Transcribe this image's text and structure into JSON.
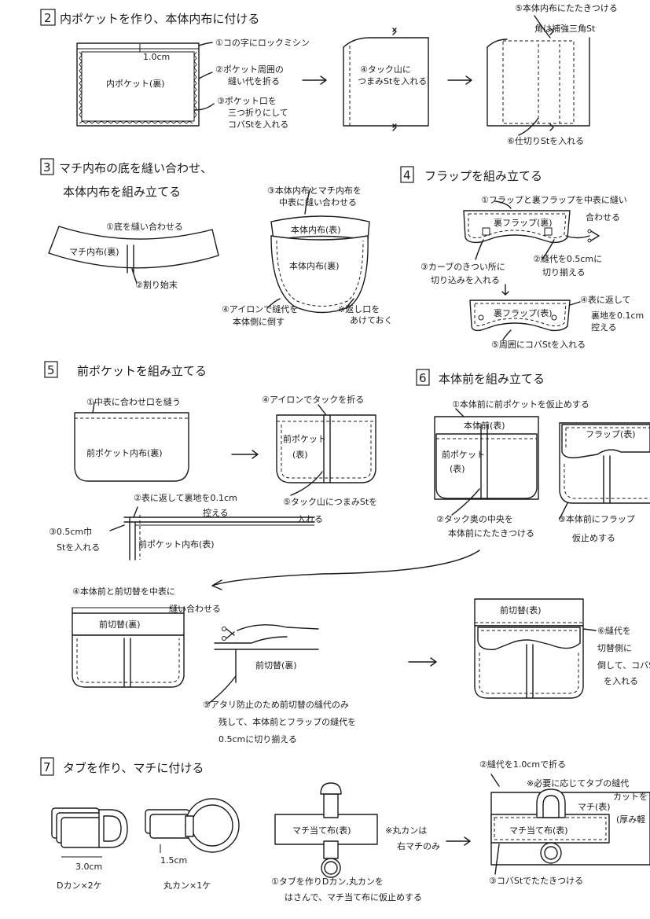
{
  "s2": {
    "num": "2",
    "title": "内ポケットを作り、本体内布に付ける",
    "measure": "1.0cm",
    "piece": "内ポケット(裏)",
    "n1": "①コの字にロックミシン",
    "n2a": "②ポケット周囲の",
    "n2b": "縫い代を折る",
    "n3a": "③ポケット口を",
    "n3b": "三つ折りにして",
    "n3c": "コバStを入れる",
    "n4a": "④タック山に",
    "n4b": "つまみStを入れる",
    "n5a": "⑤本体内布にたたきつける",
    "n5b": "角は補強三角St",
    "n6": "⑥仕切りStを入れる"
  },
  "s3": {
    "num": "3",
    "title1": "マチ内布の底を縫い合わせ、",
    "title2": "本体内布を組み立てる",
    "piece_gusset": "マチ内布(裏)",
    "n1": "①底を縫い合わせる",
    "n2": "②割り始末",
    "n3a": "③本体内布とマチ内布を",
    "n3b": "中表に縫い合わせる",
    "piece_a": "本体内布(表)",
    "piece_b": "本体内布(裏)",
    "n4a": "④アイロンで縫代を",
    "n4b": "本体側に倒す",
    "note_a": "※返し口を",
    "note_b": "あけておく"
  },
  "s4": {
    "num": "4",
    "title": "フラップを組み立てる",
    "n1a": "①フラップと裏フラップを中表に縫い",
    "n1b": "合わせる",
    "piece_back": "裏フラップ(裏)",
    "n2a": "②縫代を0.5cmに",
    "n2b": "切り揃える",
    "n3a": "③カーブのきつい所に",
    "n3b": "切り込みを入れる",
    "piece_front": "裏フラップ(表)",
    "n4a": "④表に返して",
    "n4b": "裏地を0.1cm",
    "n4c": "控える",
    "n5": "⑤周囲にコバStを入れる"
  },
  "s5": {
    "num": "5",
    "title": "前ポケットを組み立てる",
    "n1": "①中表に合わせ口を縫う",
    "piece_lining": "前ポケット内布(裏)",
    "n4": "④アイロンでタックを折る",
    "piece_front_a": "前ポケット",
    "piece_front_b": "(表)",
    "n5a": "⑤タック山につまみStを",
    "n5b": "入れる",
    "n2a": "②表に返して裏地を0.1cm",
    "n2b": "控える",
    "n3a": "③0.5cm巾",
    "n3b": "Stを入れる",
    "piece_detail": "前ポケット内布(表)"
  },
  "s6": {
    "num": "6",
    "title": "本体前を組み立てる",
    "n1": "①本体前に前ポケットを仮止めする",
    "piece_body": "本体前(表)",
    "piece_pocket_a": "前ポケット",
    "piece_pocket_b": "(表)",
    "piece_flap": "フラップ(表)",
    "n2a": "②タック奥の中央を",
    "n2b": "本体前にたたきつける",
    "n3a": "③本体前にフラップ",
    "n3b": "仮止めする",
    "n4a": "④本体前と前切替を中表に",
    "n4b": "縫い合わせる",
    "piece_yoke_back": "前切替(裏)",
    "piece_yoke_back2": "前切替(裏)",
    "n5a": "⑤アタリ防止のため前切替の縫代のみ",
    "n5b": "残して、本体前とフラップの縫代を",
    "n5c": "0.5cmに切り揃える",
    "piece_yoke_front": "前切替(表)",
    "n6a": "⑥縫代を",
    "n6b": "切替側に",
    "n6c": "倒して、コバSt",
    "n6d": "を入れる"
  },
  "s7": {
    "num": "7",
    "title": "タブを作り、マチに付ける",
    "measure_a": "3.0cm",
    "measure_b": "1.5cm",
    "count_d": "Dカン×2ケ",
    "count_ring": "丸カン×1ケ",
    "piece_patch": "マチ当て布(表)",
    "note_a": "※丸カンは",
    "note_b": "右マチのみ",
    "n1a": "①タブを作りDカン,丸カンを",
    "n1b": "はさんで、マチ当て布に仮止めする",
    "n2": "②縫代を1.0cmで折る",
    "note_c": "※必要に応じてタブの縫代",
    "note_d": "カットを",
    "note_e": "(厚み軽",
    "piece_gusset": "マチ(表)",
    "piece_patch2": "マチ当て布(表)",
    "n3": "③コバStでたたきつける"
  }
}
